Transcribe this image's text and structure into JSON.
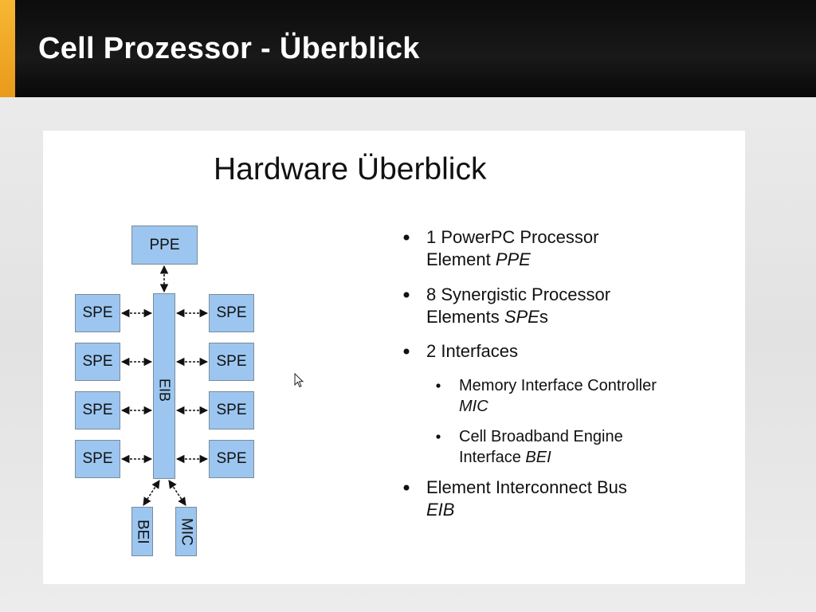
{
  "slide": {
    "title": "Cell Prozessor - Überblick",
    "accent_color": "#f0a823"
  },
  "panel": {
    "heading": "Hardware Überblick"
  },
  "diagram": {
    "ppe": "PPE",
    "eib": "EIB",
    "spe_left": [
      "SPE",
      "SPE",
      "SPE",
      "SPE"
    ],
    "spe_right": [
      "SPE",
      "SPE",
      "SPE",
      "SPE"
    ],
    "bei": "BEI",
    "mic": "MIC",
    "box_color": "#9cc6f0"
  },
  "bullets": {
    "b1_line1": "1 PowerPC Processor",
    "b1_line2": "Element ",
    "b1_italic": "PPE",
    "b2_line1": "8 Synergistic Processor",
    "b2_line2": "Elements ",
    "b2_italic": "SPE",
    "b2_suffix": "s",
    "b3_line1": "2 Interfaces",
    "s1_line1": "Memory Interface Controller",
    "s1_italic": "MIC",
    "s2_line1": "Cell Broadband Engine",
    "s2_line2": "Interface ",
    "s2_italic": "BEI",
    "b4_line1": "Element Interconnect Bus",
    "b4_italic": "EIB"
  },
  "icons": {
    "bullet": "filled-circle",
    "cursor": "mouse-pointer-icon"
  }
}
